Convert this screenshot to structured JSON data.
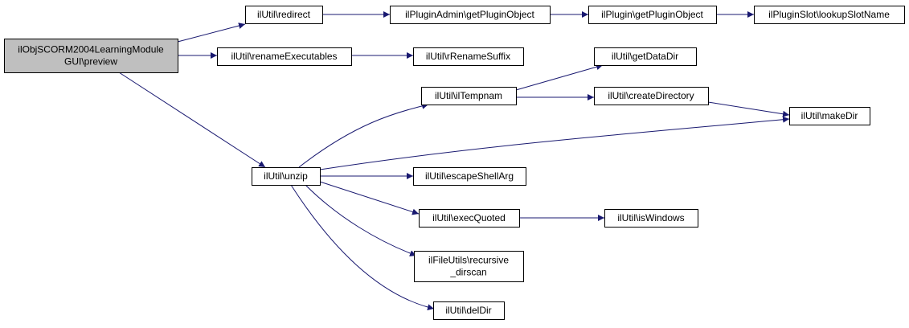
{
  "colors": {
    "edge": "#191970",
    "node_border": "#000000",
    "node_fill": "#ffffff",
    "root_fill": "#bfbfbf"
  },
  "nodes": [
    {
      "id": "preview",
      "lines": [
        "ilObjSCORM2004LearningModule",
        "GUI\\preview"
      ],
      "root": true
    },
    {
      "id": "redirect",
      "lines": [
        "ilUtil\\redirect"
      ]
    },
    {
      "id": "getPluginObjectAdmin",
      "lines": [
        "ilPluginAdmin\\getPluginObject"
      ]
    },
    {
      "id": "getPluginObject",
      "lines": [
        "ilPlugin\\getPluginObject"
      ]
    },
    {
      "id": "lookupSlotName",
      "lines": [
        "ilPluginSlot\\lookupSlotName"
      ]
    },
    {
      "id": "renameExecutables",
      "lines": [
        "ilUtil\\renameExecutables"
      ]
    },
    {
      "id": "rRenameSuffix",
      "lines": [
        "ilUtil\\rRenameSuffix"
      ]
    },
    {
      "id": "getDataDir",
      "lines": [
        "ilUtil\\getDataDir"
      ]
    },
    {
      "id": "ilTempnam",
      "lines": [
        "ilUtil\\ilTempnam"
      ]
    },
    {
      "id": "createDirectory",
      "lines": [
        "ilUtil\\createDirectory"
      ]
    },
    {
      "id": "makeDir",
      "lines": [
        "ilUtil\\makeDir"
      ]
    },
    {
      "id": "unzip",
      "lines": [
        "ilUtil\\unzip"
      ]
    },
    {
      "id": "escapeShellArg",
      "lines": [
        "ilUtil\\escapeShellArg"
      ]
    },
    {
      "id": "execQuoted",
      "lines": [
        "ilUtil\\execQuoted"
      ]
    },
    {
      "id": "isWindows",
      "lines": [
        "ilUtil\\isWindows"
      ]
    },
    {
      "id": "recursive_dirscan",
      "lines": [
        "ilFileUtils\\recursive",
        "_dirscan"
      ]
    },
    {
      "id": "delDir",
      "lines": [
        "ilUtil\\delDir"
      ]
    }
  ],
  "edges": [
    {
      "from": "preview",
      "to": "redirect"
    },
    {
      "from": "redirect",
      "to": "getPluginObjectAdmin"
    },
    {
      "from": "getPluginObjectAdmin",
      "to": "getPluginObject"
    },
    {
      "from": "getPluginObject",
      "to": "lookupSlotName"
    },
    {
      "from": "preview",
      "to": "renameExecutables"
    },
    {
      "from": "renameExecutables",
      "to": "rRenameSuffix"
    },
    {
      "from": "preview",
      "to": "unzip"
    },
    {
      "from": "unzip",
      "to": "ilTempnam"
    },
    {
      "from": "ilTempnam",
      "to": "getDataDir"
    },
    {
      "from": "ilTempnam",
      "to": "createDirectory"
    },
    {
      "from": "createDirectory",
      "to": "makeDir"
    },
    {
      "from": "unzip",
      "to": "makeDir"
    },
    {
      "from": "unzip",
      "to": "escapeShellArg"
    },
    {
      "from": "unzip",
      "to": "execQuoted"
    },
    {
      "from": "execQuoted",
      "to": "isWindows"
    },
    {
      "from": "unzip",
      "to": "recursive_dirscan"
    },
    {
      "from": "unzip",
      "to": "delDir"
    }
  ]
}
